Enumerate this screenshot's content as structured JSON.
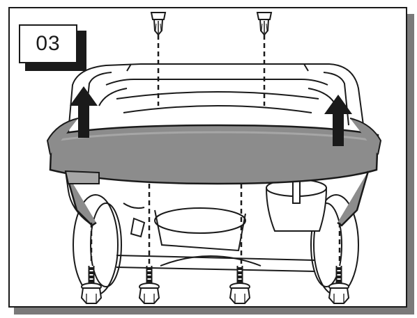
{
  "step": {
    "number": "03"
  },
  "diagram": {
    "subject": "rear-bumper-removal",
    "palette": {
      "outline": "#1a1a1a",
      "bumper_fill": "#8c8c8c",
      "bumper_highlight": "#a6a6a6",
      "shadow": "#7a7a7a",
      "background": "#ffffff"
    },
    "icons": [
      "push-clip-icon",
      "bolt-icon",
      "up-arrow-icon",
      "dashed-guide-line"
    ]
  }
}
